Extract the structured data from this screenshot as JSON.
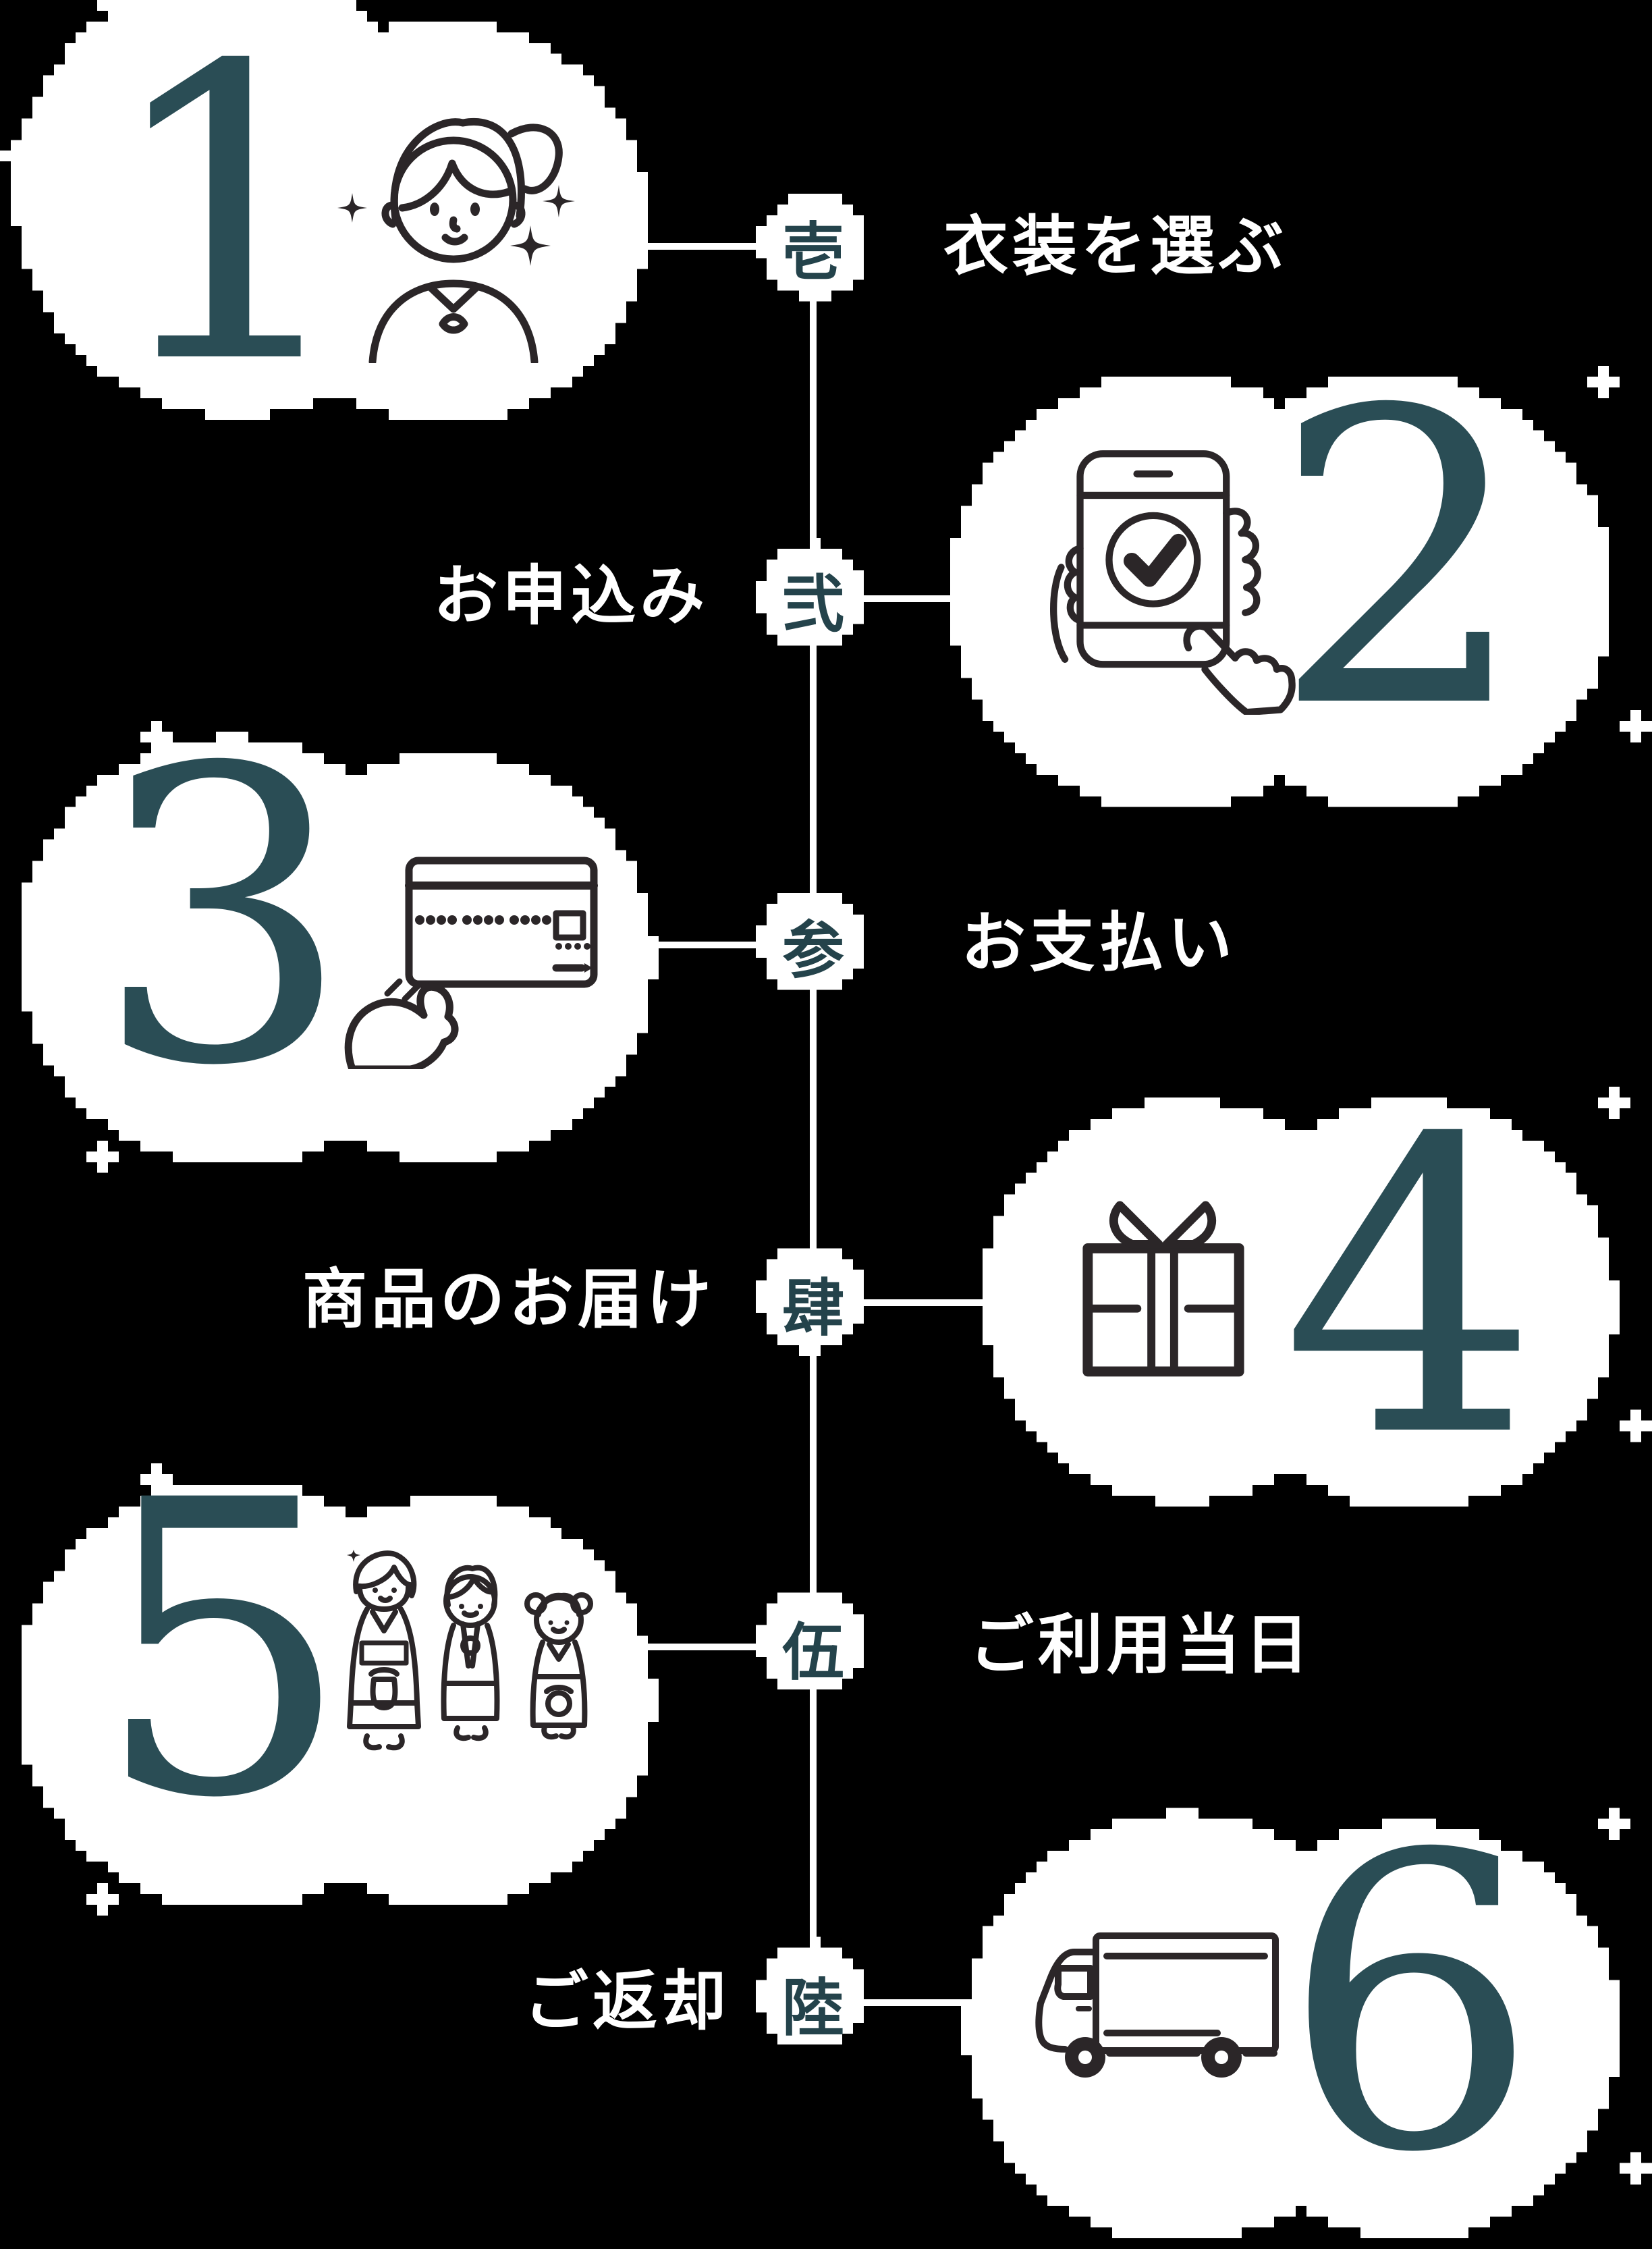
{
  "colors": {
    "background": "#000000",
    "cloud_fill": "#ffffff",
    "number_teal": "#2a4d55",
    "kanji_teal": "#24434b",
    "line_white": "#ffffff",
    "label_white": "#ffffff",
    "icon_stroke": "#2b2628"
  },
  "steps": [
    {
      "arabic": "1",
      "kanji": "壱",
      "label": "衣装を選ぶ",
      "icon": "person-sparkle-icon",
      "cloud_side": "left"
    },
    {
      "arabic": "2",
      "kanji": "弐",
      "label": "お申込み",
      "icon": "phone-tap-icon",
      "cloud_side": "right"
    },
    {
      "arabic": "3",
      "kanji": "参",
      "label": "お支払い",
      "icon": "credit-card-icon",
      "cloud_side": "left"
    },
    {
      "arabic": "4",
      "kanji": "肆",
      "label": "商品のお届け",
      "icon": "gift-box-icon",
      "cloud_side": "right"
    },
    {
      "arabic": "5",
      "kanji": "伍",
      "label": "ご利用当日",
      "icon": "family-kimono-icon",
      "cloud_side": "left"
    },
    {
      "arabic": "6",
      "kanji": "陸",
      "label": "ご返却",
      "icon": "delivery-truck-icon",
      "cloud_side": "right"
    }
  ]
}
